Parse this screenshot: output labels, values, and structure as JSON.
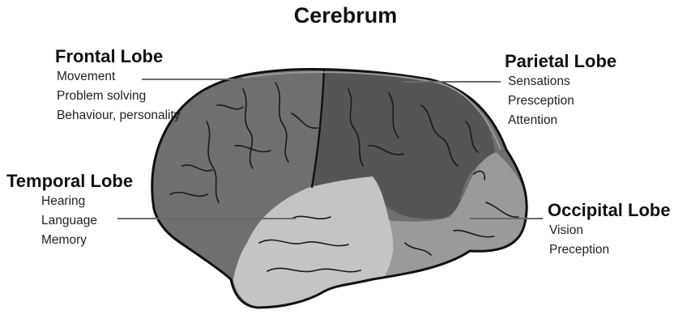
{
  "title": "Cerebrum",
  "lobes": {
    "frontal": {
      "name": "Frontal Lobe",
      "functions": [
        "Movement",
        "Problem solving",
        "Behaviour, personality"
      ]
    },
    "parietal": {
      "name": "Parietal Lobe",
      "functions": [
        "Sensations",
        "Presception",
        "Attention"
      ]
    },
    "temporal": {
      "name": "Temporal Lobe",
      "functions": [
        "Hearing",
        "Language",
        "Memory"
      ]
    },
    "occipital": {
      "name": "Occipital Lobe",
      "functions": [
        "Vision",
        "Preception"
      ]
    }
  },
  "colors": {
    "frontal": "#6f6f6f",
    "parietal": "#555555",
    "temporal": "#c4c4c4",
    "occipital": "#9a9a9a",
    "outline": "#111111",
    "leader_line": "#6a6a6a"
  }
}
